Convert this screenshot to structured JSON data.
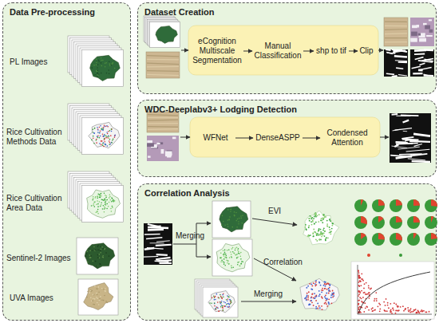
{
  "diagram": {
    "nodes": [
      {
        "text": [
          "Data Pre-processing"
        ]
      },
      {
        "text": [
          "Dataset Creation"
        ]
      },
      {
        "text": [
          "eCognition Multiscale Segmentation"
        ],
        "in": 1
      },
      {
        "text": [
          "Manual Classification"
        ],
        "in": 1
      },
      {
        "text": [
          "shp to tif"
        ],
        "in": 1
      },
      {
        "text": [
          "Clip"
        ],
        "in": 1
      },
      {
        "text": [
          "WDC-Deeplabv3+ Lodging Detection"
        ]
      },
      {
        "text": [
          "WFNet"
        ],
        "in": 6
      },
      {
        "text": [
          "DenseASPP"
        ],
        "in": 6
      },
      {
        "text": [
          "Condensed Attention"
        ],
        "in": 6
      },
      {
        "text": [
          "Correlation Analysis"
        ]
      }
    ],
    "edges": [
      {
        "from": 2,
        "to": 3,
        "arrow": "to"
      },
      {
        "from": 3,
        "to": 4,
        "arrow": "to"
      },
      {
        "from": 4,
        "to": 5,
        "arrow": "to"
      },
      {
        "from": 7,
        "to": 8,
        "arrow": "to"
      },
      {
        "from": 8,
        "to": 9,
        "arrow": "to"
      }
    ],
    "labels": [
      "PL Images",
      "Rice Cultivation Methods Data",
      "Rice Cultivation Area Data",
      "Sentinel-2 Images",
      "UVA Images",
      "Merging",
      "EVI",
      "Correlation",
      "Merging"
    ]
  }
}
